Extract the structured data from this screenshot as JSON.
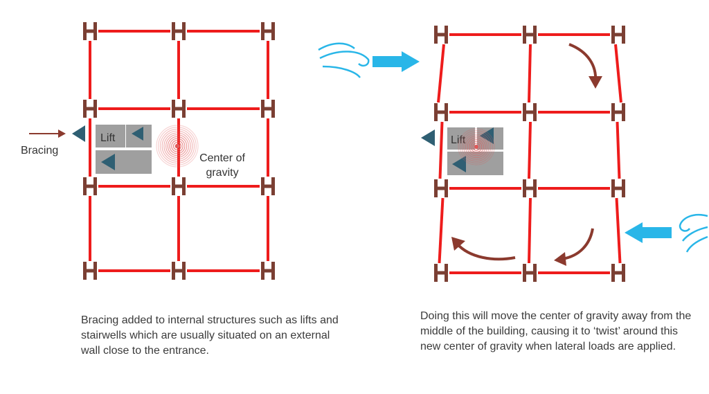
{
  "colors": {
    "beam": "#ee1c1c",
    "column": "#7b3f33",
    "arrow_brown": "#8b3a2e",
    "wind": "#29b6e8",
    "brace": "#2f5f73",
    "lift_box": "#9f9f9f",
    "gravity": "#e05a5a",
    "text": "#333333"
  },
  "icons": {
    "column": "h-column-icon",
    "brace": "brace-triangle-icon",
    "wind": "wind-icon",
    "force": "force-arrow-icon",
    "rotation": "rotation-arrow-icon",
    "gravity": "center-of-gravity-icon"
  },
  "left_diagram": {
    "bracing_label": "Bracing",
    "lift_label": "Lift",
    "gravity_label": "Center of gravity",
    "caption": "Bracing added to internal structures such as lifts and stairwells which are usually situated on an external wall close to the entrance."
  },
  "right_diagram": {
    "lift_label": "Lift",
    "caption": "Doing this will move the center of gravity away from the middle of the building, causing it to ‘twist’ around this new center of gravity when lateral loads are applied."
  }
}
